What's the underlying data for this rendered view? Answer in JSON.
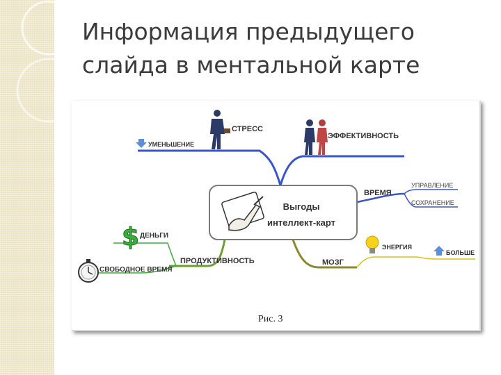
{
  "title": {
    "line1": "Информация предыдущего",
    "line2": "слайда в ментальной карте"
  },
  "mindmap": {
    "center_line1": "Выгоды",
    "center_line2": "интеллект-карт",
    "nodes": {
      "stress": "СТРЕСС",
      "reduction": "УМЕНЬШЕНИЕ",
      "efficiency": "ЭФФЕКТИВНОСТЬ",
      "time": "ВРЕМЯ",
      "management": "УПРАВЛЕНИЕ",
      "saving": "СОХРАНЕНИЕ",
      "money": "ДЕНЬГИ",
      "free_time": "СВОБОДНОЕ ВРЕМЯ",
      "productivity": "ПРОДУКТИВНОСТЬ",
      "brain": "МОЗГ",
      "energy": "ЭНЕРГИЯ",
      "more": "БОЛЬШЕ"
    },
    "caption": "Рис. 3",
    "icons": [
      "businessman-icon",
      "handshake-icon",
      "dollar-icon",
      "stopwatch-icon",
      "lightbulb-icon",
      "arrow-up-icon",
      "arrow-down-icon",
      "hand-writing-icon"
    ],
    "colors": {
      "blue_branch": "#3a56c8",
      "green_branch": "#6aa12c",
      "olive_branch": "#8a8a2a",
      "yellow_branch": "#d9c21e",
      "dollar": "#3cae3c"
    }
  }
}
